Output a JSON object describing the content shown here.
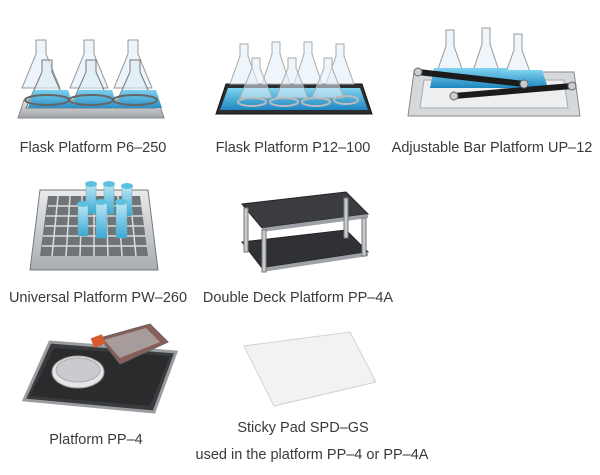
{
  "products": [
    {
      "id": "p6",
      "caption": "Flask Platform P6–250",
      "icon": "flask-platform-image"
    },
    {
      "id": "p12",
      "caption": "Flask Platform P12–100",
      "icon": "flask-platform-image"
    },
    {
      "id": "up12",
      "caption": "Adjustable Bar Platform UP–12",
      "icon": "bar-platform-image"
    },
    {
      "id": "pw260",
      "caption": "Universal Platform PW–260",
      "icon": "universal-platform-image"
    },
    {
      "id": "pp4a",
      "caption": "Double Deck Platform PP–4A",
      "icon": "double-deck-platform-image"
    },
    {
      "id": "pp4",
      "caption": "Platform PP–4",
      "icon": "platform-image"
    },
    {
      "id": "spd",
      "caption": "Sticky Pad SPD–GS",
      "icon": "sticky-pad-image"
    }
  ],
  "note": "used in the platform PP–4 or PP–4A",
  "colors": {
    "liquid": "#3aa8d8",
    "metal": "#b8bcc0",
    "dark": "#333333",
    "cap": "#7fd0e8"
  }
}
